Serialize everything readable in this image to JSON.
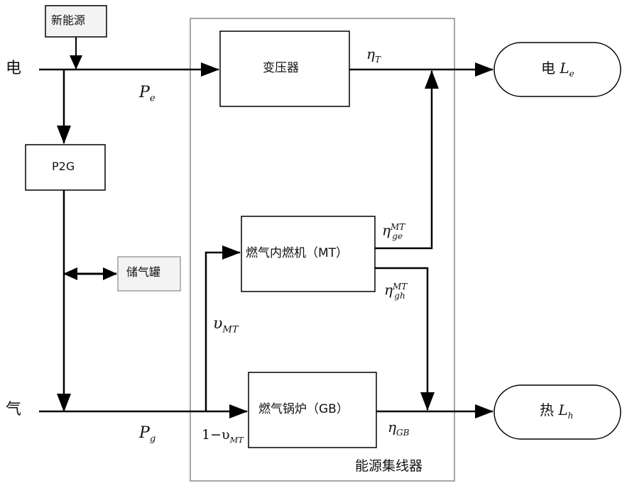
{
  "inputs": {
    "renewable": "新能源",
    "electricity": "电",
    "gas": "气"
  },
  "devices": {
    "p2g": "P2G",
    "storage": "储气罐",
    "transformer": "变压器",
    "mt": "燃气内燃机（MT）",
    "gb": "燃气锅炉（GB）"
  },
  "hub_label": "能源集线器",
  "outputs": {
    "elec_load_prefix": "电",
    "elec_load_var": "L",
    "elec_load_sub": "e",
    "heat_load_prefix": "热",
    "heat_load_var": "L",
    "heat_load_sub": "h"
  },
  "symbols": {
    "pe_main": "P",
    "pe_sub": "e",
    "pg_main": "P",
    "pg_sub": "g",
    "eta_t_main": "η",
    "eta_t_sub": "T",
    "eta_ge_main": "η",
    "eta_ge_sup": "MT",
    "eta_ge_sub": "ge",
    "eta_gh_main": "η",
    "eta_gh_sup": "MT",
    "eta_gh_sub": "gh",
    "eta_gb_main": "η",
    "eta_gb_sub": "GB",
    "v_mt_main": "υ",
    "v_mt_sub": "MT",
    "one_minus_v_prefix": "1−υ",
    "one_minus_v_sub": "MT"
  }
}
